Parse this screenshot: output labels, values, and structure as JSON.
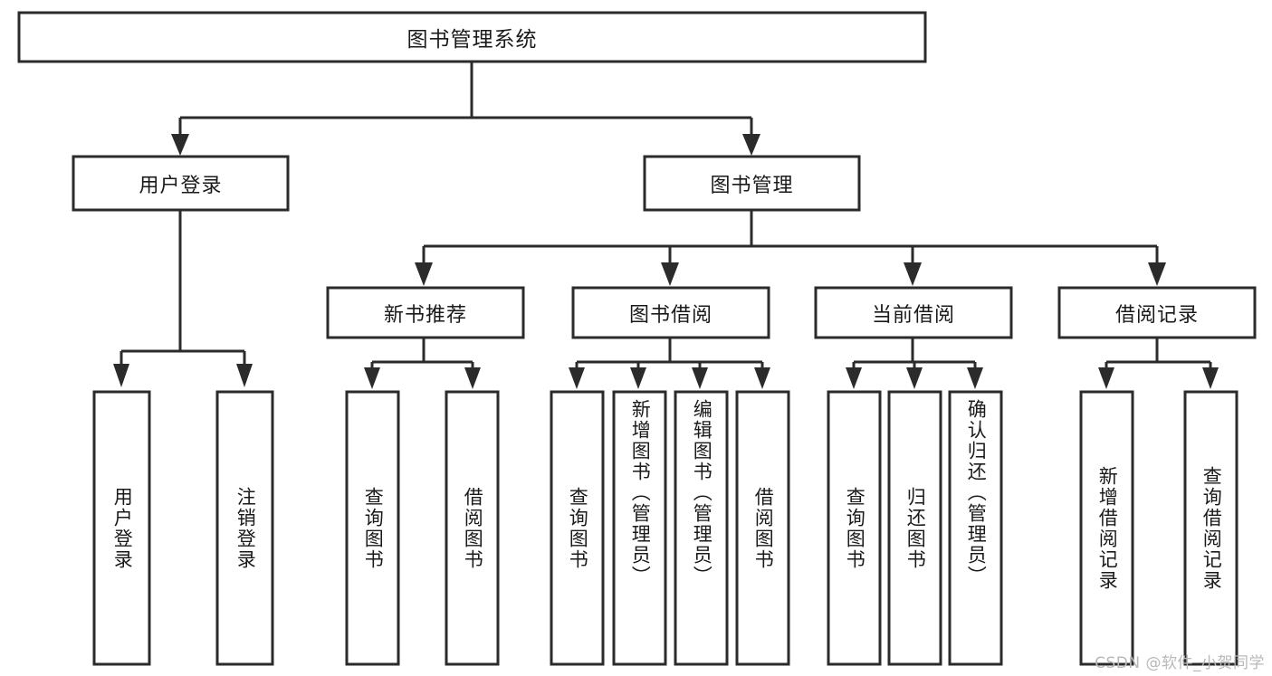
{
  "diagram": {
    "type": "hierarchy-tree",
    "title": "图书管理系统",
    "orientation": "top-down",
    "colors": {
      "background": "#ffffff",
      "box_fill": "#ffffff",
      "box_stroke": "#2b2b2b",
      "connector": "#2b2b2b",
      "text": "#1a1a1a",
      "watermark": "#b8b8b8"
    },
    "root": {
      "label": "图书管理系统",
      "orientation": "horizontal"
    },
    "level2": [
      {
        "id": "user-login",
        "label": "用户登录",
        "orientation": "horizontal"
      },
      {
        "id": "book-manage",
        "label": "图书管理",
        "orientation": "horizontal"
      }
    ],
    "level3": [
      {
        "id": "new-book-recommend",
        "label": "新书推荐",
        "orientation": "horizontal",
        "parent": "book-manage"
      },
      {
        "id": "book-borrow",
        "label": "图书借阅",
        "orientation": "horizontal",
        "parent": "book-manage"
      },
      {
        "id": "current-borrow",
        "label": "当前借阅",
        "orientation": "horizontal",
        "parent": "book-manage"
      },
      {
        "id": "borrow-record",
        "label": "借阅记录",
        "orientation": "horizontal",
        "parent": "book-manage"
      }
    ],
    "leaves": [
      {
        "id": "leaf-user-login",
        "label": "用户登录",
        "orientation": "vertical",
        "parent": "user-login"
      },
      {
        "id": "leaf-logout-login",
        "label": "注销登录",
        "orientation": "vertical",
        "parent": "user-login"
      },
      {
        "id": "leaf-query-book-1",
        "label": "查询图书",
        "orientation": "vertical",
        "parent": "new-book-recommend"
      },
      {
        "id": "leaf-borrow-book-1",
        "label": "借阅图书",
        "orientation": "vertical",
        "parent": "new-book-recommend"
      },
      {
        "id": "leaf-query-book-2",
        "label": "查询图书",
        "orientation": "vertical",
        "parent": "book-borrow"
      },
      {
        "id": "leaf-add-book",
        "label": "新增图书（管理员）",
        "orientation": "vertical",
        "parent": "book-borrow"
      },
      {
        "id": "leaf-edit-book",
        "label": "编辑图书（管理员）",
        "orientation": "vertical",
        "parent": "book-borrow"
      },
      {
        "id": "leaf-borrow-book-2",
        "label": "借阅图书",
        "orientation": "vertical",
        "parent": "book-borrow"
      },
      {
        "id": "leaf-query-book-3",
        "label": "查询图书",
        "orientation": "vertical",
        "parent": "current-borrow"
      },
      {
        "id": "leaf-return-book",
        "label": "归还图书",
        "orientation": "vertical",
        "parent": "current-borrow"
      },
      {
        "id": "leaf-confirm-return",
        "label": "确认归还（管理员）",
        "orientation": "vertical",
        "parent": "current-borrow"
      },
      {
        "id": "leaf-add-record",
        "label": "新增借阅记录",
        "orientation": "vertical",
        "parent": "borrow-record"
      },
      {
        "id": "leaf-query-record",
        "label": "查询借阅记录",
        "orientation": "vertical",
        "parent": "borrow-record"
      }
    ]
  },
  "watermark": {
    "text": "CSDN @软件_小贺同学"
  }
}
